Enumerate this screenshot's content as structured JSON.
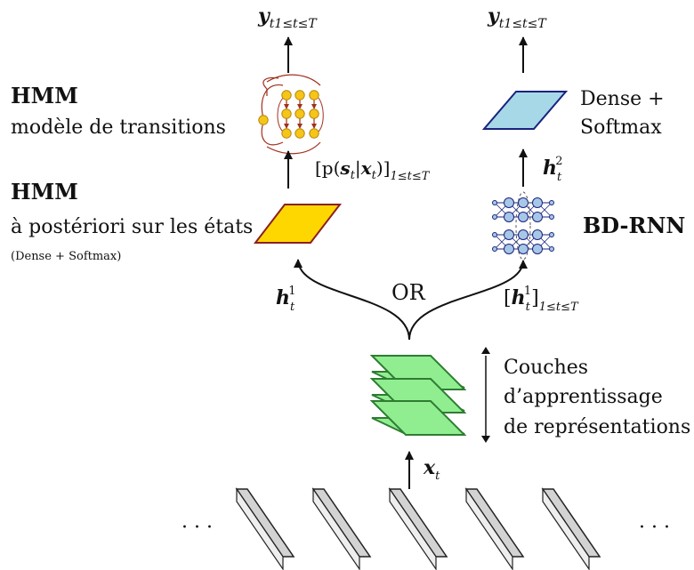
{
  "output_left": {
    "base": "y",
    "sub": "t1≤t≤T"
  },
  "output_right": {
    "base": "y",
    "sub": "t1≤t≤T"
  },
  "hmm_top": {
    "title": "HMM",
    "subtitle": "modèle de transitions"
  },
  "hmm_bottom": {
    "title": "HMM",
    "subtitle": "à postériori sur les états",
    "note": "(Dense + Softmax)"
  },
  "posterior_label": {
    "pre": "[p(",
    "s": "s",
    "ssub": "t",
    "mid": "|",
    "x": "x",
    "xsub": "t",
    "post": ")]",
    "range": "1≤t≤T"
  },
  "dense_softmax": {
    "line1": "Dense +",
    "line2": "Softmax"
  },
  "h2_label": {
    "base": "h",
    "sub": "t",
    "sup": "2"
  },
  "bdrnn_label": "BD-RNN",
  "h1_left": {
    "base": "h",
    "sub": "t",
    "sup": "1"
  },
  "or_label": "OR",
  "h1_right": {
    "open": "[",
    "base": "h",
    "sub": "t",
    "sup": "1",
    "close": "]",
    "range": "1≤t≤T"
  },
  "repr_layers": {
    "line1": "Couches",
    "line2": "d’apprentissage",
    "line3": "de représentations"
  },
  "x_label": {
    "base": "x",
    "sub": "t"
  },
  "ellipsis_left": "· · ·",
  "ellipsis_right": "· · ·",
  "colors": {
    "hmm_node": "#f5c518",
    "hmm_node_stroke": "#b8860b",
    "hmm_edge": "#a0301c",
    "posterior_fill": "#ffd700",
    "posterior_stroke": "#8b2020",
    "dense_fill": "#a7d8e8",
    "dense_stroke": "#1a237e",
    "rnn_node": "#a7c7e7",
    "rnn_stroke": "#1a237e",
    "repr_fill": "#90ee90",
    "repr_stroke": "#2e7d32",
    "frame_fill": "#d3d3d3",
    "frame_stroke": "#222222"
  }
}
